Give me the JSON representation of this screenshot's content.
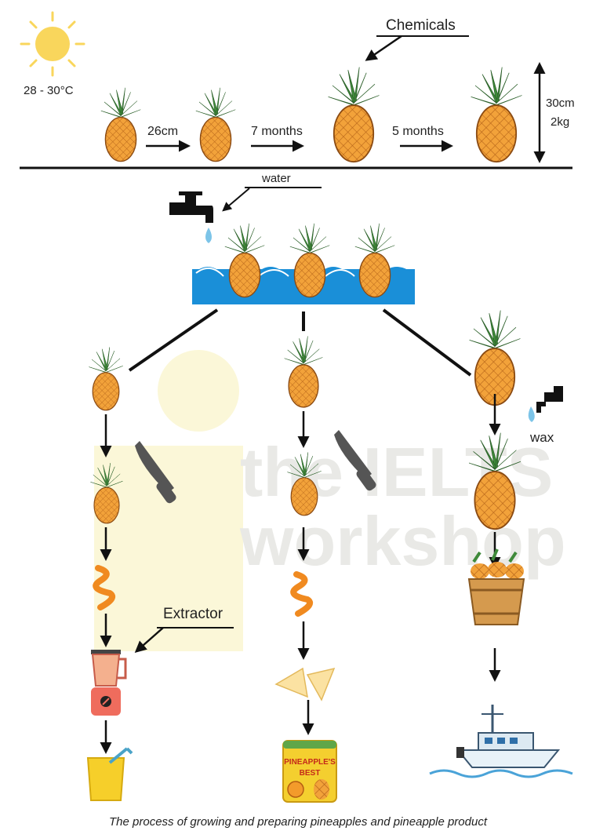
{
  "labels": {
    "temperature": "28 - 30°C",
    "chemicals": "Chemicals",
    "spacing": "26cm",
    "months_1": "7 months",
    "months_2": "5 months",
    "height": "30cm",
    "weight": "2kg",
    "water": "water",
    "wax": "wax",
    "extractor": "Extractor",
    "can_brand_line1": "PINEAPPLE'S",
    "can_brand_line2": "BEST"
  },
  "watermark": {
    "line1": "the IELTS",
    "line2": "workshop"
  },
  "caption": "The process of growing and preparing pineapples and pineapple product",
  "colors": {
    "pineapple": "#f2a23a",
    "leaves": "#3f8a3a",
    "water": "#1a8fd8",
    "arrow": "#111111"
  },
  "icons": [
    "sun-icon",
    "tap-icon",
    "knife-icon",
    "peel-icon",
    "blender-icon",
    "juice-icon",
    "can-icon",
    "basket-icon",
    "boat-icon"
  ]
}
